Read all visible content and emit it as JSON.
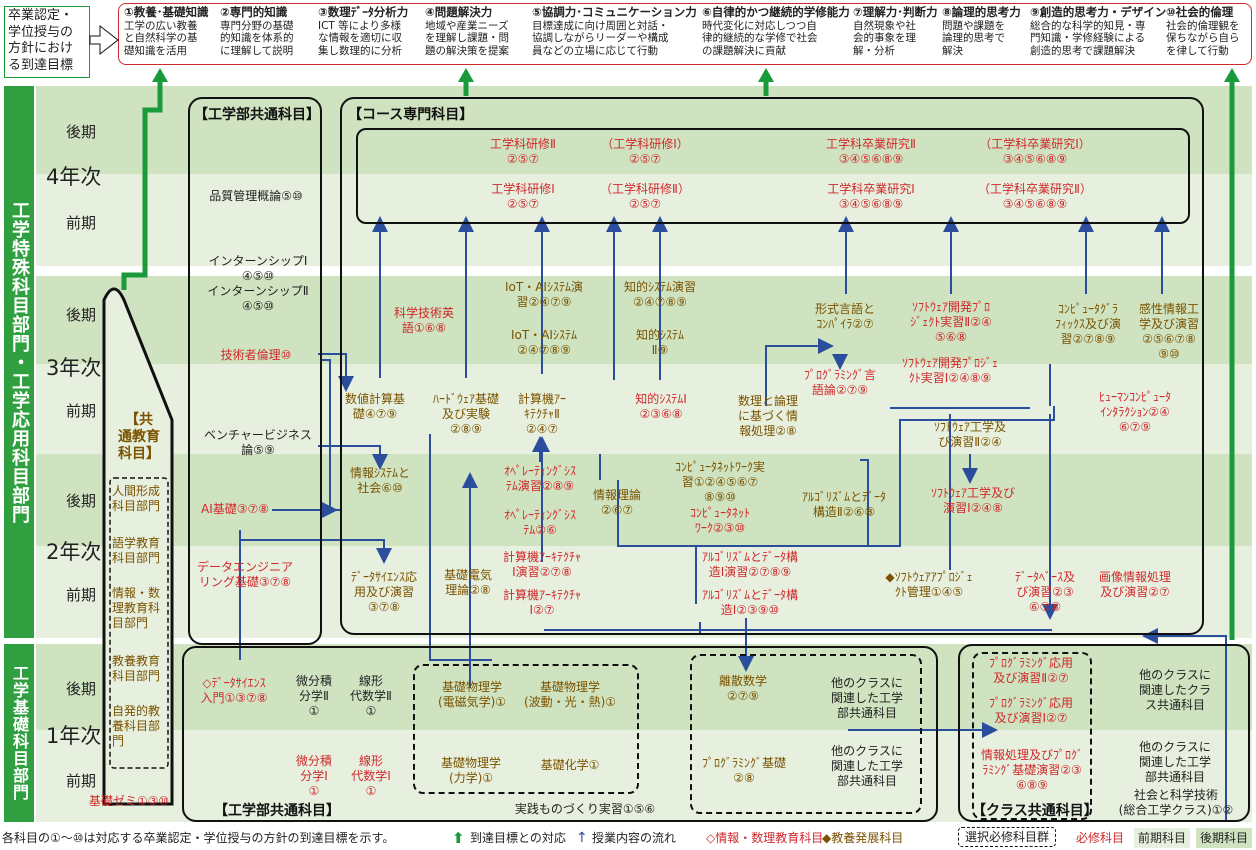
{
  "policy_box": "卒業認定・\n学位授与の\n方針におけ\nる到達目標",
  "goals": [
    {
      "title": "①教養･基礎知識",
      "text": "工学の広い教養\nと自然科学の基\n礎知識を活用"
    },
    {
      "title": "②専門的知識",
      "text": "専門分野の基礎\n的知識を体系的\nに理解して説明"
    },
    {
      "title": "③数理ﾃﾞｰﾀ分析力",
      "text": "ICT 等により多様\nな情報を適切に収\n集し数理的に分析"
    },
    {
      "title": "④問題解決力",
      "text": "地域や産業ニーズ\nを理解し課題・問\n題の解決策を提案"
    },
    {
      "title": "⑤協調力･コミュニケーション力",
      "text": "目標達成に向け周囲と対話・\n協調しながらリーダーや構成\n員などの立場に応じて行動"
    },
    {
      "title": "⑥自律的かつ継続的学修能力",
      "text": "時代変化に対応しつつ自\n律的継続的な学修で社会\nの課題解決に貢献"
    },
    {
      "title": "⑦理解力･判断力",
      "text": "自然現象や社\n会的事象を理\n解・分析"
    },
    {
      "title": "⑧論理的思考力",
      "text": "問題や課題を\n論理的思考で\n解決"
    },
    {
      "title": "⑨創造的思考力・デザイン",
      "text": "総合的な科学的知見・専\n門知識・学修経験による\n創造的思考で課題解決"
    },
    {
      "title": "⑩社会的倫理",
      "text": "社会的倫理観を\n保ちながら自ら\nを律して行動"
    }
  ],
  "side_labels": {
    "upper": "工学特殊科目部門・工学応用科目部門",
    "lower": "工学基礎科目部門"
  },
  "terms": {
    "late": "後期",
    "early": "前期"
  },
  "years": {
    "y4": "4年次",
    "y3": "3年次",
    "y2": "2年次",
    "y1": "1年次"
  },
  "common_edu": "【共\n通教育\n科目】",
  "common_edu_items": [
    "人間形成\n科目部門",
    "語学教育\n科目部門",
    "情報・数\n理教育科\n目部門",
    "教養教育\n科目部門",
    "自発的教\n養科目部\n門"
  ],
  "kiso_seminar": "基礎ゼミ①③⑩",
  "eng_common_title": "【工学部共通科目】",
  "eng_common_items": {
    "quality": "品質管理概論⑤⑩",
    "intern1": "インターンシップⅠ\n④⑤⑩",
    "intern2": "インターンシップⅡ\n④⑤⑩",
    "ethics": "技術者倫理⑩",
    "venture": "ベンチャービジネス\n論⑤⑨",
    "ai": "AI基礎③⑦⑧",
    "de": "データエンジニア\nリング基礎③⑦⑧"
  },
  "course_title": "【コース専門科目】",
  "course_items": {
    "ken2": "工学科研修Ⅱ\n②⑤⑦",
    "ken1p": "（工学科研修Ⅰ）\n②⑤⑦",
    "sot2": "工学科卒業研究Ⅱ\n③④⑤⑥⑧⑨",
    "sot1p": "（工学科卒業研究Ⅰ）\n③④⑤⑥⑧⑨",
    "ken1": "工学科研修Ⅰ\n②⑤⑦",
    "ken2p": "（工学科研修Ⅱ）\n②⑤⑦",
    "sot1": "工学科卒業研究Ⅰ\n③④⑤⑥⑧⑨",
    "sot2p": "（工学科卒業研究Ⅱ）\n③④⑤⑥⑧⑨",
    "kagaku": "科学技術英\n語①⑥⑧",
    "iotai_en": "IoT・AIｼｽﾃﾑ演\n習②④⑦⑨",
    "iotai": "IoT・AIｼｽﾃﾑ\n②④⑦⑧⑨",
    "chiteki_en": "知的ｼｽﾃﾑ演習\n②④⑦⑧⑨",
    "chiteki2": "知的ｼｽﾃﾑ\nⅡ⑨",
    "chiteki1": "知的ｼｽﾃﾑⅠ\n②③⑥⑧",
    "keishiki": "形式言語と\nｺﾝﾊﾟｲﾗ②⑦",
    "soft2": "ｿﾌﾄｳｪｱ開発ﾌﾟﾛ\nｼﾞｪｸﾄ実習Ⅱ②④\n⑤⑥⑧",
    "cg": "ｺﾝﾋﾟｭｰﾀｸﾞﾗ\nﾌｨｯｸｽ及び演\n習②⑦⑧⑨",
    "kansei": "感性情報工\n学及び演習\n②⑤⑥⑦⑧\n⑨⑩",
    "prog_lang": "ﾌﾟﾛｸﾞﾗﾐﾝｸﾞ言\n語論②⑦⑨",
    "soft1": "ｿﾌﾄｳｪｱ開発ﾌﾟﾛｼﾞｪ\nｸﾄ実習Ⅰ②④⑧⑨",
    "suuchi": "数値計算基\n礎④⑦⑨",
    "hard": "ﾊｰﾄﾞｳｪｱ基礎\n及び実験\n②⑧⑨",
    "arch2": "計算機ｱｰ\nｷﾃｸﾁｬⅡ\n②④⑦",
    "suuri": "数理と論理\nに基づく情\n報処理②⑧",
    "softeng2": "ｿﾌﾄｳｪｱ工学及\nび演習Ⅱ②④",
    "hci": "ﾋｭｰﾏﾝｺﾝﾋﾟｭｰﾀ\nｲﾝﾀﾗｸｼｮﾝ②④\n⑥⑦⑨",
    "joho_shakai": "情報ｼｽﾃﾑと\n社会⑥⑩",
    "os_en": "ｵﾍﾟﾚｰﾃｨﾝｸﾞｼｽ\nﾃﾑ演習②⑧⑨",
    "os": "ｵﾍﾟﾚｰﾃｨﾝｸﾞｼｽ\nﾃﾑ②⑥",
    "net_en": "ｺﾝﾋﾟｭｰﾀﾈｯﾄﾜｰｸ実\n習①②④⑤⑥⑦\n⑧⑨⑩",
    "net": "ｺﾝﾋﾟｭｰﾀﾈｯﾄ\nﾜｰｸ②③⑩",
    "jouhou": "情報理論\n②⑥⑦",
    "algo2": "ｱﾙｺﾞﾘｽﾞﾑとﾃﾞｰﾀ\n構造Ⅱ②⑥⑧",
    "softeng1": "ｿﾌﾄｳｪｱ工学及び\n演習Ⅰ②④⑧",
    "ds": "ﾃﾞｰﾀｻｲｴﾝｽ応\n用及び演習\n③⑦⑧",
    "denki": "基礎電気\n理論②⑧",
    "arch1_en": "計算機ｱｰｷﾃｸﾁｬ\nⅠ演習②⑦⑧",
    "arch1": "計算機ｱｰｷﾃｸﾁｬ\nⅠ②⑦",
    "algo1_en": "ｱﾙｺﾞﾘｽﾞﾑとﾃﾞｰﾀ構\n造Ⅰ演習②⑦⑧⑨",
    "algo1": "ｱﾙｺﾞﾘｽﾞﾑとﾃﾞｰﾀ構\n造Ⅰ②③⑨⑩",
    "softarch": "◆ｿﾌﾄｳｪｱｱﾌﾟﾛｼﾞｪ\nｸﾄ管理①④⑤",
    "db": "ﾃﾞｰﾀﾍﾞｰｽ及\nび演習②③\n⑥⑦⑧",
    "image": "画像情報処理\n及び演習②⑦"
  },
  "y1_items": {
    "ds_intro": "◇ﾃﾞｰﾀｻｲｴﾝｽ\n入門①③⑦⑧",
    "bibun2": "微分積\n分学Ⅱ\n①",
    "senkei2": "線形\n代数学Ⅱ\n①",
    "bibun1": "微分積\n分学Ⅰ\n①",
    "senkei1": "線形\n代数学Ⅰ\n①",
    "phys_em": "基礎物理学\n(電磁気学)①",
    "phys_wave": "基礎物理学\n(波動・光・熱)①",
    "phys_mech": "基礎物理学\n(力学)①",
    "chem": "基礎化学①",
    "rishan": "離散数学\n②⑦⑨",
    "prog_kiso": "ﾌﾟﾛｸﾞﾗﾐﾝｸﾞ基礎\n②⑧",
    "other1": "他のクラスに\n関連した工学\n部共通科目",
    "other2": "他のクラスに\n関連した工学\n部共通科目",
    "jissen": "実践ものづくり実習①⑤⑥",
    "eng_common_bottom": "【工学部共通科目】",
    "prog_app2": "ﾌﾟﾛｸﾞﾗﾐﾝｸﾞ応用\n及び演習Ⅱ②⑦",
    "prog_app1": "ﾌﾟﾛｸﾞﾗﾐﾝｸﾞ応用\n及び演習Ⅰ②⑦",
    "jouhou_en": "情報処理及びﾌﾟﾛｸﾞ\nﾗﾐﾝｸﾞ基礎演習②③\n⑥⑧⑨",
    "class_other1": "他のクラスに\n関連したクラ\nス共通科目",
    "class_other2": "他のクラスに\n関連した工学\n部共通科目",
    "shakai": "社会と科学技術\n(総合工学クラス)①②",
    "class_common": "【クラス共通科目】"
  },
  "legend": {
    "note": "各科目の①～⑩は対応する卒業認定・学位授与の方針の到達目標を示す。",
    "green": "到達目標との対応",
    "blue": "授業内容の流れ",
    "info": "◇情報・数理教育科目",
    "kyoyo": "◆教養発展科目",
    "sentaku": "選択必修科目群",
    "hisshu": "必修科目",
    "zenki": "前期科目",
    "kouki": "後期科目"
  },
  "colors": {
    "green": "#1a9a3a",
    "blue": "#2a4d9c",
    "red": "#d0282c",
    "brown": "#7a5200",
    "band_dark": "#cfe3c0",
    "band_light": "#e7f0de"
  }
}
